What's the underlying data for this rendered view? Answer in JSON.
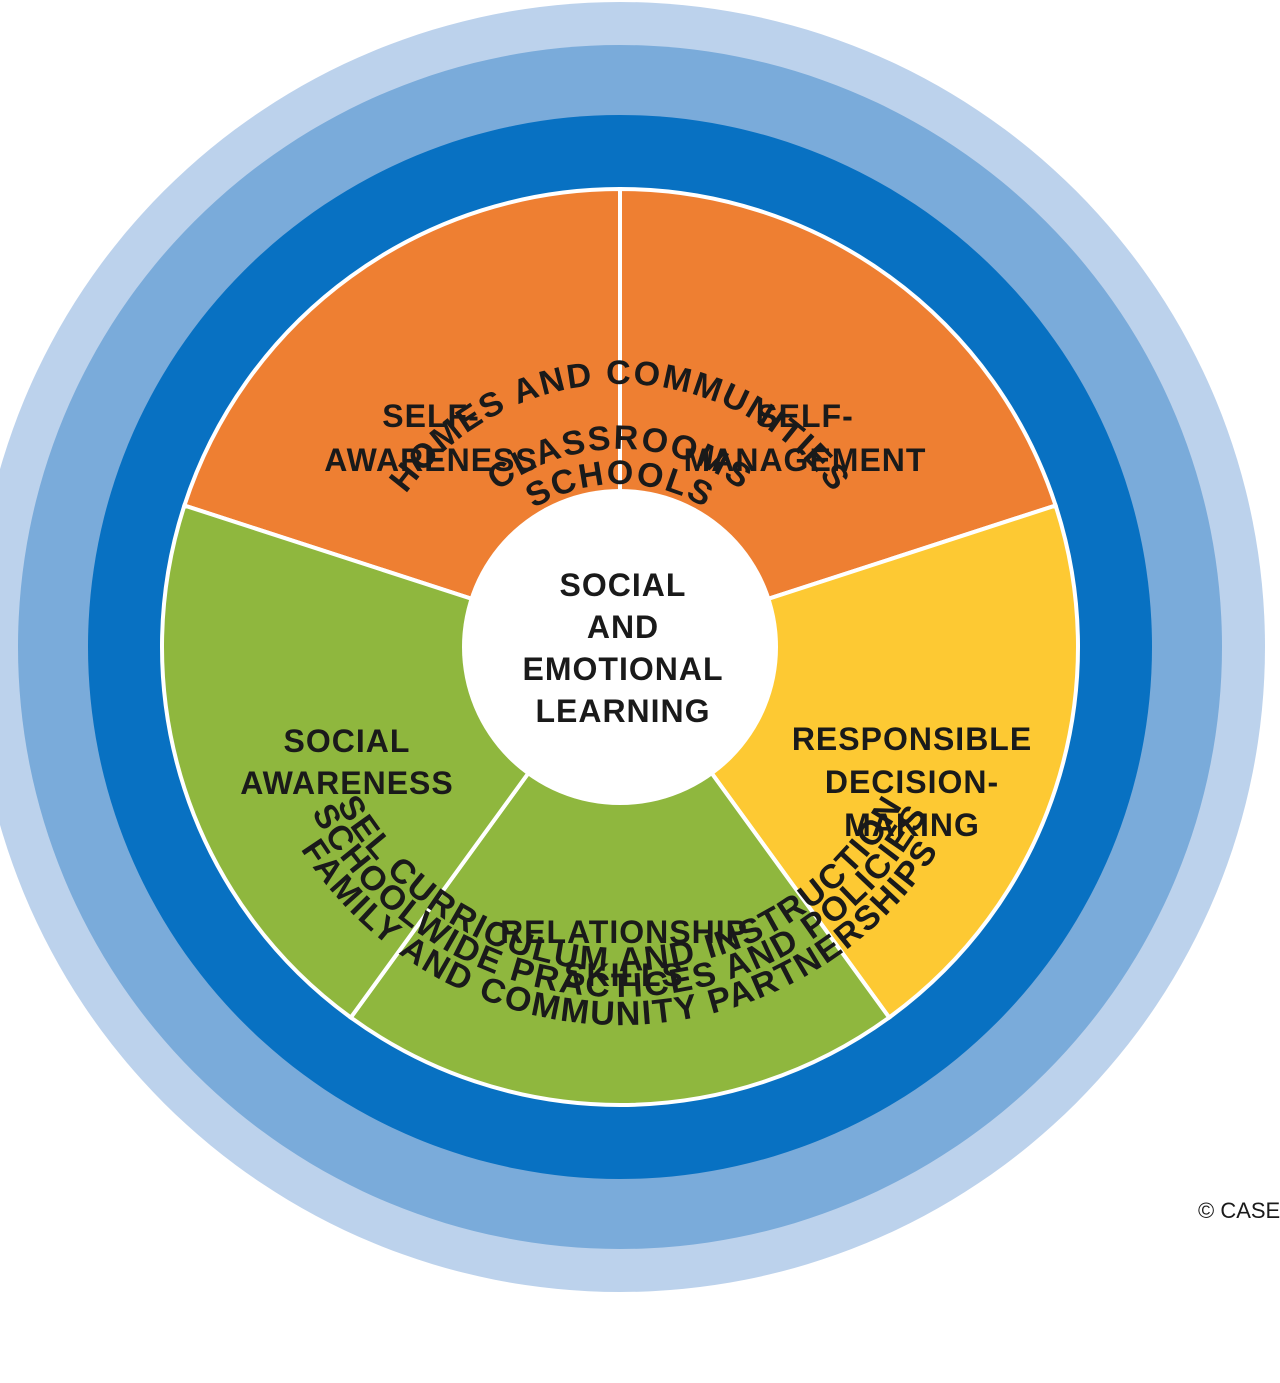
{
  "colors": {
    "outer_ring": "#bcd2ec",
    "middle_ring": "#7aabda",
    "inner_ring": "#0871c2",
    "self_awareness": "#ee7f32",
    "self_management": "#ee7f32",
    "responsible_decision_making": "#fdc933",
    "relationship_skills": "#8fb73e",
    "social_awareness": "#8fb73e",
    "center": "#ffffff",
    "divider": "#ffffff"
  },
  "rings": {
    "outer": {
      "top_label": "HOMES AND COMMUNITIES",
      "bottom_label": "FAMILY AND COMMUNITY PARTNERSHIPS"
    },
    "middle": {
      "top_label": "SCHOOLS",
      "bottom_label": "SCHOOLWIDE PRACTICES AND POLICIES"
    },
    "inner": {
      "top_label": "CLASSROOMS",
      "bottom_label": "SEL CURRICULUM AND INSTRUCTION"
    }
  },
  "segments": [
    {
      "id": "self-awareness",
      "lines": [
        "SELF-",
        "AWARENESS"
      ]
    },
    {
      "id": "self-management",
      "lines": [
        "SELF-",
        "MANAGEMENT"
      ]
    },
    {
      "id": "responsible-decision-making",
      "lines": [
        "RESPONSIBLE",
        "DECISION-",
        "MAKING"
      ]
    },
    {
      "id": "relationship-skills",
      "lines": [
        "RELATIONSHIP",
        "SKILLS"
      ]
    },
    {
      "id": "social-awareness",
      "lines": [
        "SOCIAL",
        "AWARENESS"
      ]
    }
  ],
  "center": {
    "lines": [
      "SOCIAL",
      "AND",
      "EMOTIONAL",
      "LEARNING"
    ]
  },
  "copyright": "© CASEL"
}
